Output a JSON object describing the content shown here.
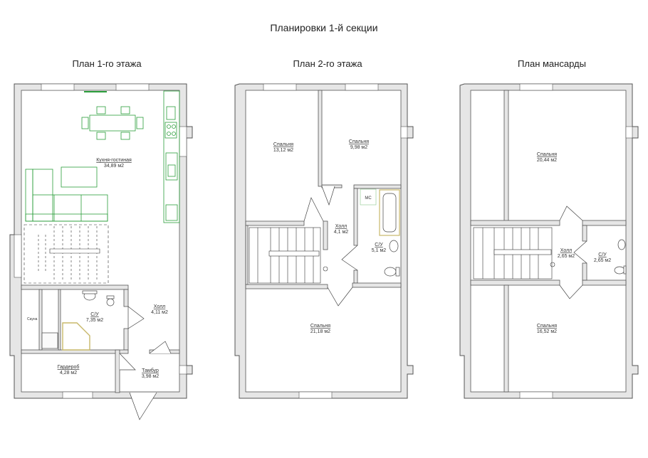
{
  "page_title": "Планировки 1-й секции",
  "colors": {
    "wall": "#555555",
    "wall_fill": "#e8e8e8",
    "floor": "#ffffff",
    "furniture": "#2a9d3a",
    "line": "#444444",
    "fixture_accent": "#c8b86a"
  },
  "plans": [
    {
      "title": "План 1-го этажа",
      "rooms": [
        {
          "name": "Кухня-гостиная",
          "area": "34,89 м2"
        },
        {
          "name": "С/У",
          "area": "7,35 м2"
        },
        {
          "name": "Холл",
          "area": "4,11 м2"
        },
        {
          "name": "Гардероб",
          "area": "4,28 м2"
        },
        {
          "name": "Тамбур",
          "area": "3,98 м2"
        },
        {
          "name": "Сауна",
          "area": ""
        }
      ]
    },
    {
      "title": "План 2-го этажа",
      "rooms": [
        {
          "name": "Спальня",
          "area": "13,12 м2"
        },
        {
          "name": "Спальня",
          "area": "9,98 м2"
        },
        {
          "name": "Холл",
          "area": "4,1 м2"
        },
        {
          "name": "С/У",
          "area": "5,1 м2"
        },
        {
          "name": "Спальня",
          "area": "21,18 м2"
        },
        {
          "name": "МС",
          "area": ""
        }
      ]
    },
    {
      "title": "План мансарды",
      "rooms": [
        {
          "name": "Спальня",
          "area": "20,44 м2"
        },
        {
          "name": "Холл",
          "area": "2,65 м2"
        },
        {
          "name": "С/У",
          "area": "2,65 м2"
        },
        {
          "name": "Спальня",
          "area": "16,52 м2"
        }
      ]
    }
  ]
}
